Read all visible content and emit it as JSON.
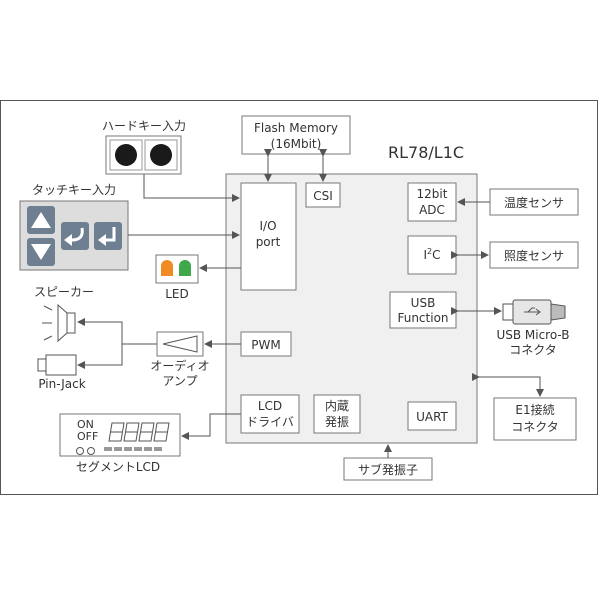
{
  "chip": {
    "title": "RL78/L1C"
  },
  "flash": {
    "line1": "Flash Memory",
    "line2": "(16Mbit)"
  },
  "csi": "CSI",
  "io": {
    "line1": "I/O",
    "line2": "port"
  },
  "adc": {
    "line1": "12bit",
    "line2": "ADC"
  },
  "i2c": {
    "main": "I",
    "sup": "2",
    "tail": "C"
  },
  "usbfn": {
    "line1": "USB",
    "line2": "Function"
  },
  "pwm": "PWM",
  "lcd": {
    "line1": "LCD",
    "line2": "ドライバ"
  },
  "osc": {
    "line1": "内蔵",
    "line2": "発振"
  },
  "uart": "UART",
  "hardkey": "ハードキー入力",
  "touchkey": "タッチキー入力",
  "led": "LED",
  "speaker": "スピーカー",
  "pinjack": "Pin-Jack",
  "amp": {
    "line1": "オーディオ",
    "line2": "アンプ"
  },
  "segment": {
    "label": "セグメントLCD",
    "on": "ON",
    "off": "OFF"
  },
  "temp_sensor": "温度センサ",
  "light_sensor": "照度センサ",
  "usb_conn": {
    "line1": "USB Micro-B",
    "line2": "コネクタ"
  },
  "e1": {
    "line1": "E1接続",
    "line2": "コネクタ"
  },
  "sub_osc": "サブ発振子",
  "colors": {
    "border": "#555555",
    "box_fill": "#ffffff",
    "chip_fill": "#f0f0f0",
    "panel_fill": "#dddddd",
    "key_dark": "#1a1a1a",
    "touch_btn": "#6f7f92",
    "led_orange": "#f08a24",
    "led_green": "#3ea84a"
  }
}
